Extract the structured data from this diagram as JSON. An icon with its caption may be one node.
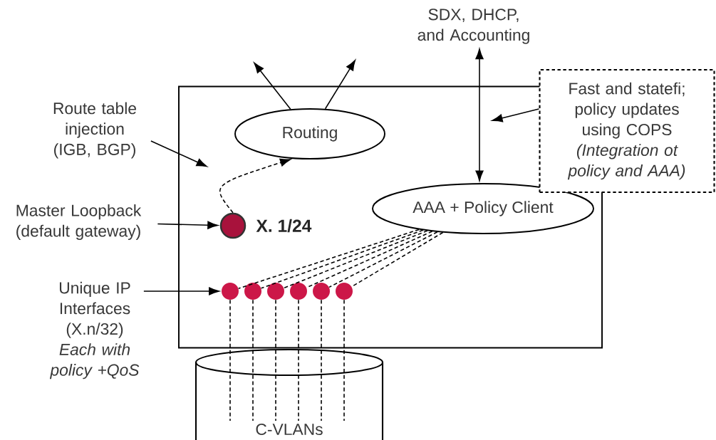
{
  "diagram": {
    "nodes": [
      {
        "text": [],
        "shape": "box"
      },
      {
        "text": [
          "Routing"
        ],
        "in": 0
      },
      {
        "text": [
          "AAA + Policy Client"
        ],
        "in": 0
      },
      {
        "text": [],
        "shape": "circle",
        "in": 0,
        "beside": [
          "X. 1/24"
        ]
      },
      {
        "text": [],
        "shape": "circle",
        "in": 0
      },
      {
        "text": [],
        "shape": "circle",
        "in": 0
      },
      {
        "text": [],
        "shape": "circle",
        "in": 0
      },
      {
        "text": [],
        "shape": "circle",
        "in": 0
      },
      {
        "text": [],
        "shape": "circle",
        "in": 0
      },
      {
        "text": [],
        "shape": "circle",
        "in": 0
      },
      {
        "text": [
          "C-VLANs"
        ]
      },
      {
        "text": [
          "Route table injection (IGB, BGP)"
        ]
      },
      {
        "text": [
          "Master Loopback (default gateway)"
        ]
      },
      {
        "text": [
          "Unique IP Interfaces (X.n/32) *Each with policy +QoS*"
        ]
      },
      {
        "text": [
          "SDX, DHCP, and Accounting"
        ]
      },
      {
        "text": [
          "Fast and statefi; policy updates using COPS",
          "(Integration ot policy and AAA)"
        ]
      }
    ],
    "edges": [
      {
        "from": 1,
        "to": null,
        "arrow": "to"
      },
      {
        "from": 1,
        "to": null,
        "arrow": "to"
      },
      {
        "from": 3,
        "to": 1,
        "arrow": "to",
        "style": "dashed"
      },
      {
        "from": 11,
        "to": null,
        "arrow": "to"
      },
      {
        "from": 12,
        "to": 3,
        "arrow": "to"
      },
      {
        "from": 13,
        "to": 4,
        "arrow": "to"
      },
      {
        "from": 14,
        "to": 2,
        "arrow": "both"
      },
      {
        "from": 15,
        "to": null,
        "arrow": "to"
      },
      {
        "from": 2,
        "to": 4,
        "arrow": "none",
        "style": "dashed"
      },
      {
        "from": 2,
        "to": 5,
        "arrow": "none",
        "style": "dashed"
      },
      {
        "from": 2,
        "to": 6,
        "arrow": "none",
        "style": "dashed"
      },
      {
        "from": 2,
        "to": 7,
        "arrow": "none",
        "style": "dashed"
      },
      {
        "from": 2,
        "to": 8,
        "arrow": "none",
        "style": "dashed"
      },
      {
        "from": 2,
        "to": 9,
        "arrow": "none",
        "style": "dashed"
      },
      {
        "from": 4,
        "to": 10,
        "arrow": "none",
        "style": "dashed"
      },
      {
        "from": 5,
        "to": 10,
        "arrow": "none",
        "style": "dashed"
      },
      {
        "from": 6,
        "to": 10,
        "arrow": "none",
        "style": "dashed"
      },
      {
        "from": 7,
        "to": 10,
        "arrow": "none",
        "style": "dashed"
      },
      {
        "from": 8,
        "to": 10,
        "arrow": "none",
        "style": "dashed"
      },
      {
        "from": 9,
        "to": 10,
        "arrow": "none",
        "style": "dashed"
      }
    ]
  }
}
